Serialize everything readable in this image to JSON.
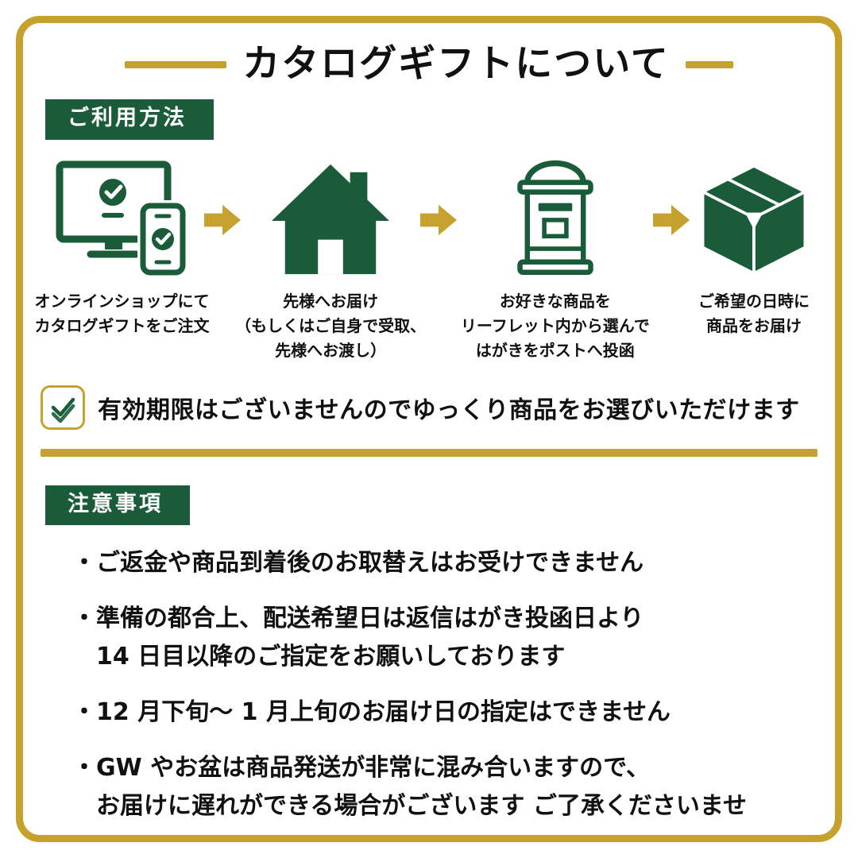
{
  "colors": {
    "gold": "#C6A12D",
    "green": "#1A5B3A"
  },
  "title": "カタログギフトについて",
  "usage": {
    "badge": "ご利用方法",
    "steps": [
      {
        "icon": "online-order-monitor-phone-check",
        "caption": "オンラインショップにて\nカタログギフトをご注文"
      },
      {
        "icon": "house",
        "caption": "先様へお届け\n（もしくはご自身で受取、\n先様へお渡し）"
      },
      {
        "icon": "japanese-post-box",
        "caption": "お好きな商品を\nリーフレット内から選んで\nはがきをポストへ投函"
      },
      {
        "icon": "cardboard-delivery-box",
        "caption": "ご希望の日時に\n商品をお届け"
      }
    ],
    "arrow_icon": "arrow-right",
    "note_icon": "double-check",
    "note": "有効期限はございませんのでゆっくり商品をお選びいただけます"
  },
  "cautions": {
    "badge": "注意事項",
    "items": [
      "・ご返金や商品到着後のお取替えはお受けできません",
      "・準備の都合上、配送希望日は返信はがき投函日より\n　14 日目以降のご指定をお願いしております",
      "・12 月下旬〜 1 月上旬のお届け日の指定はできません",
      "・GW やお盆は商品発送が非常に混み合いますので、\n　お届けに遅れができる場合がございます ご了承くださいませ"
    ]
  }
}
